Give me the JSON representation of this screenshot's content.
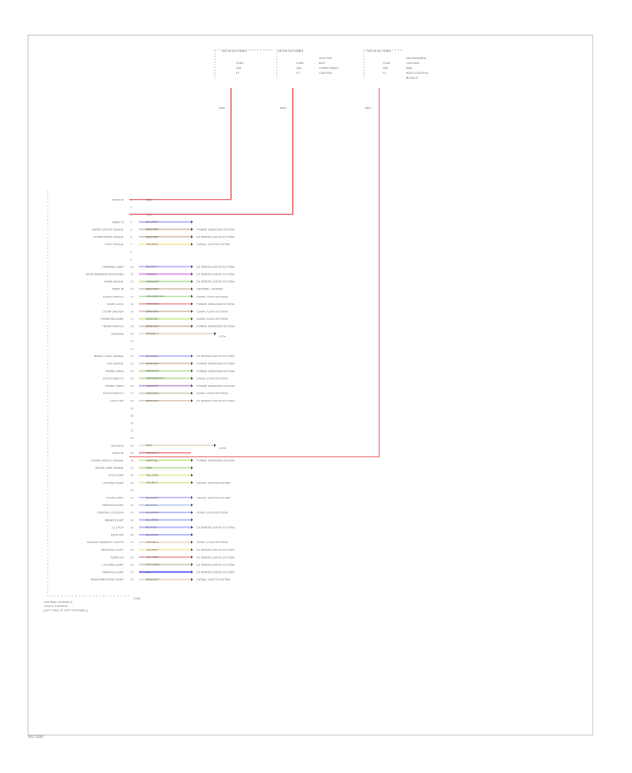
{
  "fuse_blocks": [
    {
      "label": "HOT AT ALL TIMES",
      "lines": [
        "FUSE",
        "10A",
        "F1"
      ],
      "wire": "RED"
    },
    {
      "label": "HOT AT ALL TIMES",
      "lines": [
        "FUSE",
        "15A",
        "F2"
      ],
      "side_lines": [
        "LIGHTING",
        "BATT",
        "POWER MGMT",
        "CONTROL"
      ],
      "wire": "RED"
    },
    {
      "label": "HOT AT ALL TIMES",
      "lines": [
        "FUSE",
        "10A",
        "F3"
      ],
      "side_lines": [
        "INFOTAINMENT",
        "CONTROL",
        "BCM",
        "BODY CONTROL",
        "MODULE"
      ],
      "wire": "RED"
    }
  ],
  "connector_rows": [
    {
      "label": "TERM 30",
      "pin": "1",
      "color": "RED",
      "wire": "#f08080",
      "dest": ""
    },
    {
      "label": "",
      "pin": "2",
      "color": "",
      "wire": "",
      "dest": ""
    },
    {
      "label": "",
      "pin": "3",
      "color": "RED",
      "wire": "#f08080",
      "dest": ""
    },
    {
      "label": "TERM 15",
      "pin": "4",
      "color": "BLU/WHT",
      "wire": "#b7b7ff",
      "dest": ""
    },
    {
      "label": "WIPER MOTOR SIGNAL",
      "pin": "5",
      "color": "BRN/GRY",
      "wire": "#d8c8b8",
      "dest": "POWER WINDOWS SYSTEM"
    },
    {
      "label": "FRONT WIPER SIGNAL",
      "pin": "6",
      "color": "BRN/GRY",
      "wire": "#d8c8b8",
      "dest": "EXTERIOR LIGHTS SYSTEM"
    },
    {
      "label": "LIGHT SIGNAL",
      "pin": "7",
      "color": "YEL/RED",
      "wire": "#f4e9a0",
      "dest": "SIGNAL LIGHTS SYSTEM"
    },
    {
      "label": "",
      "pin": "8",
      "color": "",
      "wire": "",
      "dest": ""
    },
    {
      "label": "",
      "pin": "9",
      "color": "",
      "wire": "",
      "dest": ""
    },
    {
      "label": "PARKING LAMP",
      "pin": "10",
      "color": "BLU/BLK",
      "wire": "#b7b7ff",
      "dest": "EXTERIOR LIGHTS SYSTEM"
    },
    {
      "label": "REAR WINDOW DEFOGGER",
      "pin": "11",
      "color": "VIO/BLK",
      "wire": "#e6a3f0",
      "dest": "EXTERIOR LIGHTS SYSTEM"
    },
    {
      "label": "HORN SIGNAL",
      "pin": "12",
      "color": "GRN/WHT",
      "wire": "#bde5a8",
      "dest": "EXTERIOR LIGHTS SYSTEM"
    },
    {
      "label": "TERM 15",
      "pin": "13",
      "color": "BRN/GRY",
      "wire": "#d8c8b8",
      "dest": "CENTRAL LOCKING"
    },
    {
      "label": "DOOR SWITCH",
      "pin": "14",
      "color": "GRN/BRN/YEL",
      "wire": "#bde5a8",
      "dest": "DOOR LOCKS SYSTEM"
    },
    {
      "label": "DOOR LOCK",
      "pin": "15",
      "color": "GRN/RED",
      "wire": "#f3a2a2",
      "dest": "POWER WINDOWS SYSTEM"
    },
    {
      "label": "DOOR UNLOCK",
      "pin": "16",
      "color": "BRN/GRY",
      "wire": "#d8c8b8",
      "dest": "DOOR LOCKS SYSTEM"
    },
    {
      "label": "TRUNK RELEASE",
      "pin": "17",
      "color": "GRN/YEL",
      "wire": "#c9ec9a",
      "dest": "DOOR LOCKS SYSTEM"
    },
    {
      "label": "TRUNK SWITCH",
      "pin": "18",
      "color": "BRN/GRY",
      "wire": "#d8c8b8",
      "dest": "POWER WINDOWS SYSTEM"
    },
    {
      "label": "GROUND",
      "pin": "19",
      "color": "BRN/BLU",
      "wire": "#e8dcc6",
      "dest": "G104"
    },
    {
      "label": "",
      "pin": "20",
      "color": "",
      "wire": "",
      "dest": ""
    },
    {
      "label": "",
      "pin": "21",
      "color": "",
      "wire": "",
      "dest": ""
    },
    {
      "label": "BRAKE LIGHT SIGNAL",
      "pin": "22",
      "color": "BLU/WHT",
      "wire": "#b7b7ff",
      "dest": "EXTERIOR LIGHTS SYSTEM"
    },
    {
      "label": "IGN SIGNAL",
      "pin": "23",
      "color": "BRN/GRY",
      "wire": "#d8c8b8",
      "dest": "POWER WINDOWS SYSTEM"
    },
    {
      "label": "TRUNK OPEN",
      "pin": "24",
      "color": "GRN/WHT",
      "wire": "#bde5a8",
      "dest": "POWER WINDOWS SYSTEM"
    },
    {
      "label": "DOOR SWITCH",
      "pin": "25",
      "color": "GRN/BRN/YEL",
      "wire": "#bde5a8",
      "dest": "DOOR LOCKS SYSTEM"
    },
    {
      "label": "TRUNK OPEN",
      "pin": "26",
      "color": "GRN/VIO",
      "wire": "#c7b0e8",
      "dest": "POWER WINDOWS SYSTEM"
    },
    {
      "label": "DOOR SWITCH",
      "pin": "27",
      "color": "GRN/GRY",
      "wire": "#c9d6bd",
      "dest": "DOOR LOCKS SYSTEM"
    },
    {
      "label": "LIGHT SW",
      "pin": "28",
      "color": "BRN/GRY",
      "wire": "#d8c8b8",
      "dest": "EXTERIOR LIGHTS SYSTEM"
    },
    {
      "label": "",
      "pin": "29",
      "color": "",
      "wire": "",
      "dest": ""
    },
    {
      "label": "",
      "pin": "30",
      "color": "",
      "wire": "",
      "dest": ""
    },
    {
      "label": "",
      "pin": "31",
      "color": "",
      "wire": "",
      "dest": ""
    },
    {
      "label": "",
      "pin": "32",
      "color": "",
      "wire": "",
      "dest": ""
    },
    {
      "label": "",
      "pin": "33",
      "color": "",
      "wire": "",
      "dest": ""
    },
    {
      "label": "GROUND",
      "pin": "34",
      "color": "BRN",
      "wire": "#e8dcc6",
      "dest": "G105"
    },
    {
      "label": "TERM 30",
      "pin": "35",
      "color": "RED/BLU",
      "wire": "#f08080",
      "dest": ""
    },
    {
      "label": "TRUNK SWITCH SIGNAL",
      "pin": "36",
      "color": "GRN/YEL",
      "wire": "#c9ec9a",
      "dest": "POWER WINDOWS SYSTEM"
    },
    {
      "label": "TRUNK LAMP SIGNAL",
      "pin": "37",
      "color": "GRN",
      "wire": "#bde5a8",
      "dest": ""
    },
    {
      "label": "FOG LIGHT",
      "pin": "38",
      "color": "YEL/GRN",
      "wire": "#e9f0a8",
      "dest": ""
    },
    {
      "label": "LICENSE LIGHT",
      "pin": "39",
      "color": "YEL/BLU",
      "wire": "#e6e6a8",
      "dest": "SIGNAL LIGHTS SYSTEM"
    },
    {
      "label": "",
      "pin": "40",
      "color": "",
      "wire": "",
      "dest": ""
    },
    {
      "label": "ROOM LAMP",
      "pin": "41",
      "color": "BLU/WHT",
      "wire": "#b7b7ff",
      "dest": "SIGNAL LIGHTS SYSTEM"
    },
    {
      "label": "PARKING LIGHT",
      "pin": "42",
      "color": "BLU/YEL",
      "wire": "#c4d0f0",
      "dest": ""
    },
    {
      "label": "CENTRAL LOCKING",
      "pin": "43",
      "color": "BLU/GRN",
      "wire": "#b7b7ff",
      "dest": "DOOR LOCKS SYSTEM"
    },
    {
      "label": "BRAKE LIGHT",
      "pin": "44",
      "color": "BLU/RED",
      "wire": "#b7b7ff",
      "dest": ""
    },
    {
      "label": "CLUTCH",
      "pin": "45",
      "color": "BLU/YEL",
      "wire": "#b7b7ff",
      "dest": "EXTERIOR LIGHTS SYSTEM"
    },
    {
      "label": "STOP SW",
      "pin": "46",
      "color": "BLU/WHT",
      "wire": "#b7b7ff",
      "dest": ""
    },
    {
      "label": "HAZARD WARNING LIGHTS",
      "pin": "47",
      "color": "GRY/BLK",
      "wire": "#e8dcc6",
      "dest": "DOOR LOCKS SYSTEM"
    },
    {
      "label": "REVERSE LIGHT",
      "pin": "48",
      "color": "YEL/RED",
      "wire": "#f4e9a0",
      "dest": "EXTERIOR LIGHTS SYSTEM"
    },
    {
      "label": "TURN SIG",
      "pin": "49",
      "color": "GRY/RED",
      "wire": "#f3a2a2",
      "dest": "EXTERIOR LIGHTS SYSTEM"
    },
    {
      "label": "LICENSE LIGHT",
      "pin": "50",
      "color": "GRY/GRN",
      "wire": "#c9d6bd",
      "dest": "EXTERIOR LIGHTS SYSTEM"
    },
    {
      "label": "PARKING LIGHT",
      "pin": "51",
      "color": "BLU",
      "wire": "#6f6fff",
      "dest": "EXTERIOR LIGHTS SYSTEM"
    },
    {
      "label": "BRAKE/REVERSE LIGHT",
      "pin": "52",
      "color": "BRN/WHT",
      "wire": "#e8dcc6",
      "dest": "SIGNAL LIGHTS SYSTEM"
    }
  ],
  "ground_label": "G106",
  "module_caption": [
    "CENTRAL LOCKING &",
    "LIGHTS CONTROL",
    "(LEFT SIDE OF LEFT FOOTWELL)"
  ],
  "footer": "WD-1098"
}
